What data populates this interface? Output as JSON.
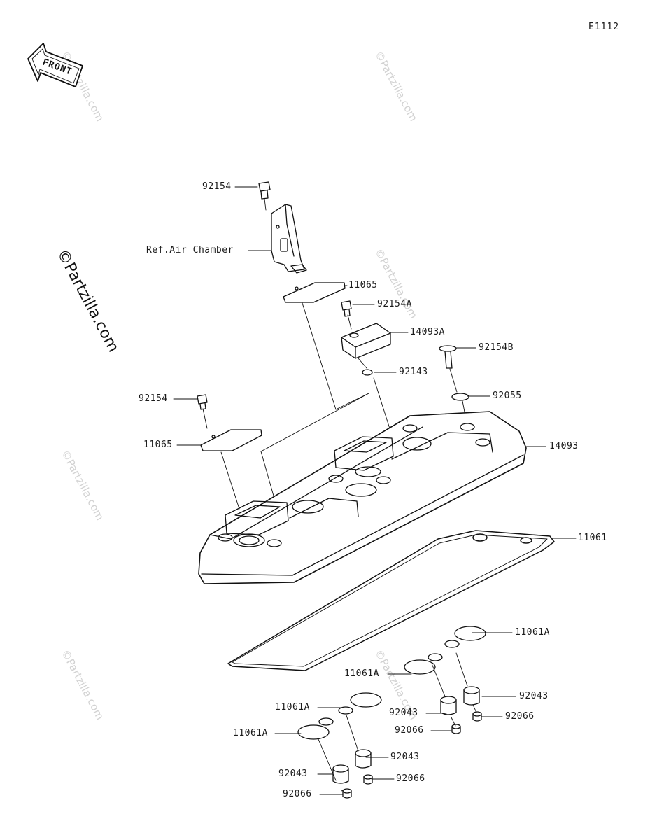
{
  "diagram_code": "E1112",
  "front_arrow_text": "FRONT",
  "watermark": "©Partzilla.com",
  "callouts": [
    {
      "id": "c1",
      "text": "92154"
    },
    {
      "id": "c2",
      "text": "Ref.Air Chamber"
    },
    {
      "id": "c3",
      "text": "11065"
    },
    {
      "id": "c4",
      "text": "92154A"
    },
    {
      "id": "c5",
      "text": "14093A"
    },
    {
      "id": "c6",
      "text": "92154B"
    },
    {
      "id": "c7",
      "text": "92143"
    },
    {
      "id": "c8",
      "text": "92055"
    },
    {
      "id": "c9",
      "text": "92154"
    },
    {
      "id": "c10",
      "text": "11065"
    },
    {
      "id": "c11",
      "text": "14093"
    },
    {
      "id": "c12",
      "text": "11061"
    },
    {
      "id": "c13",
      "text": "11061A"
    },
    {
      "id": "c14",
      "text": "11061A"
    },
    {
      "id": "c15",
      "text": "92043"
    },
    {
      "id": "c16",
      "text": "92043"
    },
    {
      "id": "c17",
      "text": "92066"
    },
    {
      "id": "c18",
      "text": "92066"
    },
    {
      "id": "c19",
      "text": "11061A"
    },
    {
      "id": "c20",
      "text": "11061A"
    },
    {
      "id": "c21",
      "text": "92043"
    },
    {
      "id": "c22",
      "text": "92043"
    },
    {
      "id": "c23",
      "text": "92066"
    },
    {
      "id": "c24",
      "text": "92066"
    }
  ]
}
